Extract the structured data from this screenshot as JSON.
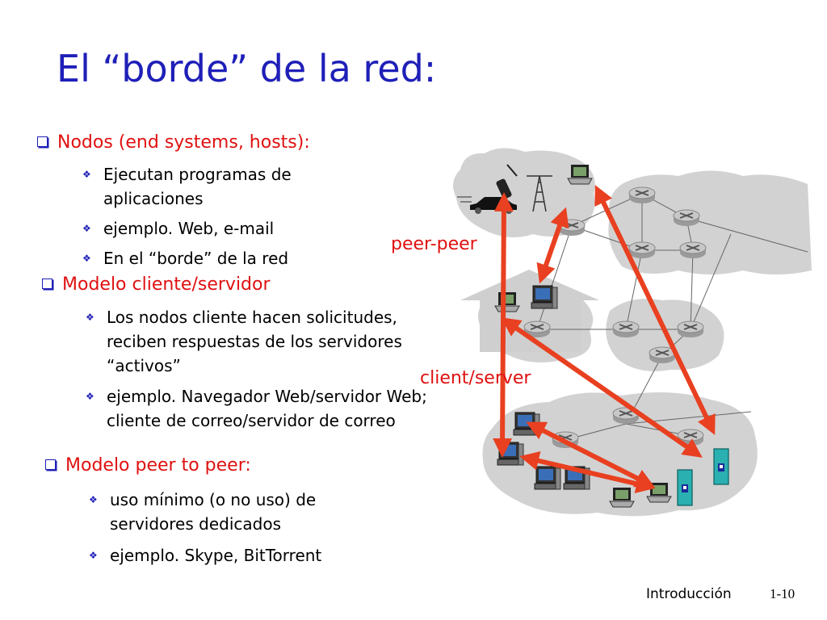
{
  "title": "El “borde” de la red:",
  "sections": [
    {
      "heading": "Nodos (end systems, hosts):",
      "items": [
        "Ejecutan programas de aplicaciones",
        "ejemplo. Web, e-mail",
        "En el “borde” de la red"
      ]
    },
    {
      "heading": "Modelo cliente/servidor",
      "items": [
        "Los nodos cliente hacen solicitudes, reciben respuestas de los servidores “activos”",
        "ejemplo. Navegador Web/servidor Web;  cliente de correo/servidor de correo"
      ]
    },
    {
      "heading": "Modelo peer to peer:",
      "items": [
        " uso mínimo (o no uso) de servidores dedicados",
        "ejemplo. Skype, BitTorrent"
      ]
    }
  ],
  "diagram": {
    "label_peer": "peer-peer",
    "label_client_server": "client/server",
    "accent_color": "#e84020"
  },
  "footer": {
    "section": "Introducción",
    "page": "1-10"
  },
  "colors": {
    "title": "#1f1fb8",
    "heading": "#e01010",
    "bullet": "#1f1fb8"
  }
}
